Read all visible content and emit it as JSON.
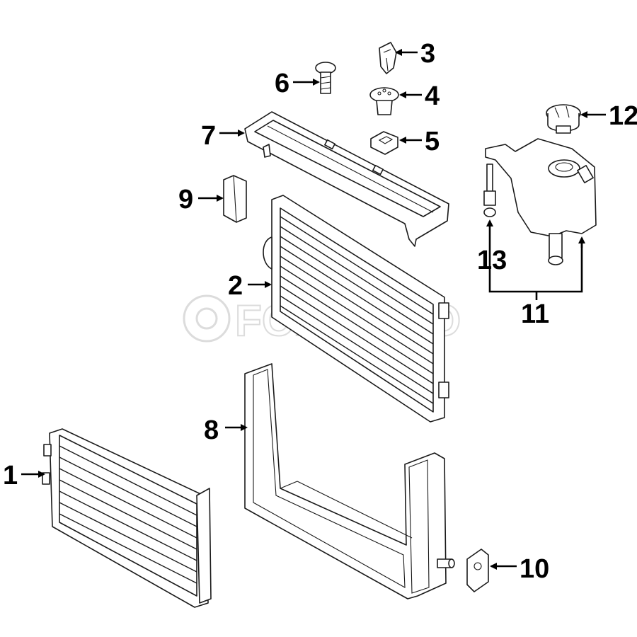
{
  "watermark": {
    "brand": "FCP EURO"
  },
  "callouts": {
    "c1": "1",
    "c2": "2",
    "c3": "3",
    "c4": "4",
    "c5": "5",
    "c6": "6",
    "c7": "7",
    "c8": "8",
    "c9": "9",
    "c10": "10",
    "c11": "11",
    "c12": "12",
    "c13": "13"
  }
}
